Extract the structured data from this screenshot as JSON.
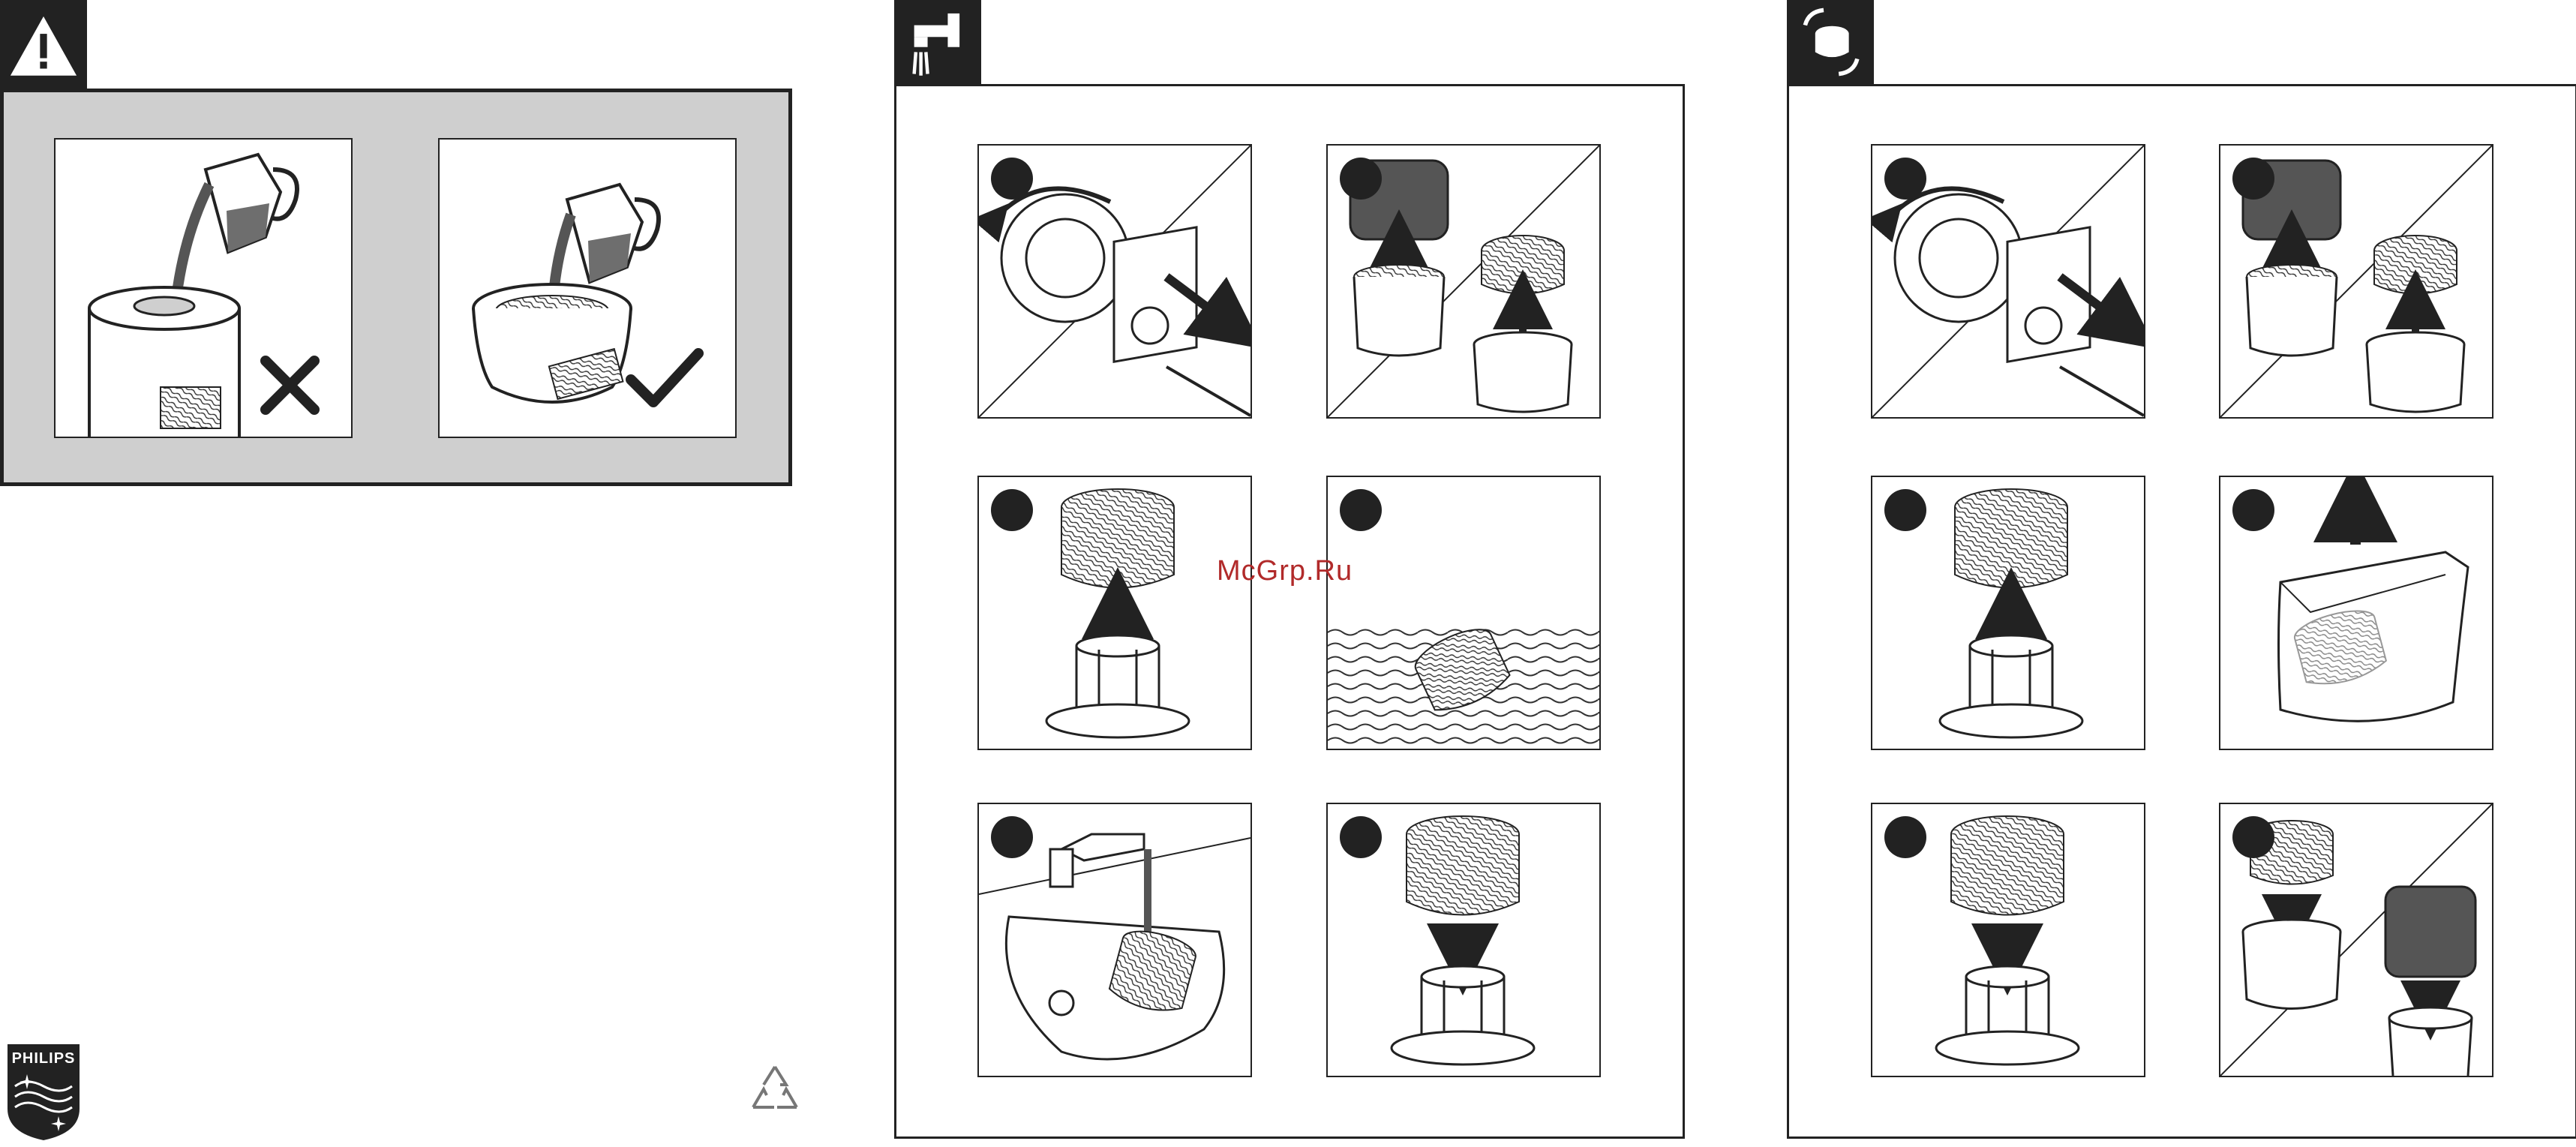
{
  "brand": {
    "name": "PHILIPS"
  },
  "watermark": "McGrp.Ru",
  "icons": {
    "warning": "warning-triangle-icon",
    "tap": "water-tap-icon",
    "replace": "filter-rotate-icon",
    "recycle": "recycle-icon"
  },
  "colors": {
    "ink": "#222222",
    "panel_gray": "#cfcfcf",
    "watermark": "#b12a2a"
  },
  "sections": [
    {
      "id": "warning",
      "cells": [
        {
          "scene": "pour-into-tank",
          "result_icon": "cross-icon"
        },
        {
          "scene": "pour-into-filter",
          "result_icon": "check-icon"
        }
      ]
    },
    {
      "id": "clean-filter",
      "steps": [
        {
          "scene": "turn-off-unplug"
        },
        {
          "scene": "remove-cap-filter"
        },
        {
          "scene": "pull-filter-off-base"
        },
        {
          "scene": "soak-filter-in-water"
        },
        {
          "scene": "rinse-under-tap"
        },
        {
          "scene": "place-filter-on-base"
        }
      ]
    },
    {
      "id": "replace-filter",
      "steps": [
        {
          "scene": "turn-off-unplug"
        },
        {
          "scene": "remove-cap-filter"
        },
        {
          "scene": "pull-filter-off-base"
        },
        {
          "scene": "unpack-new-filter"
        },
        {
          "scene": "place-filter-on-base"
        },
        {
          "scene": "reinsert-filter-and-cap"
        }
      ]
    }
  ]
}
